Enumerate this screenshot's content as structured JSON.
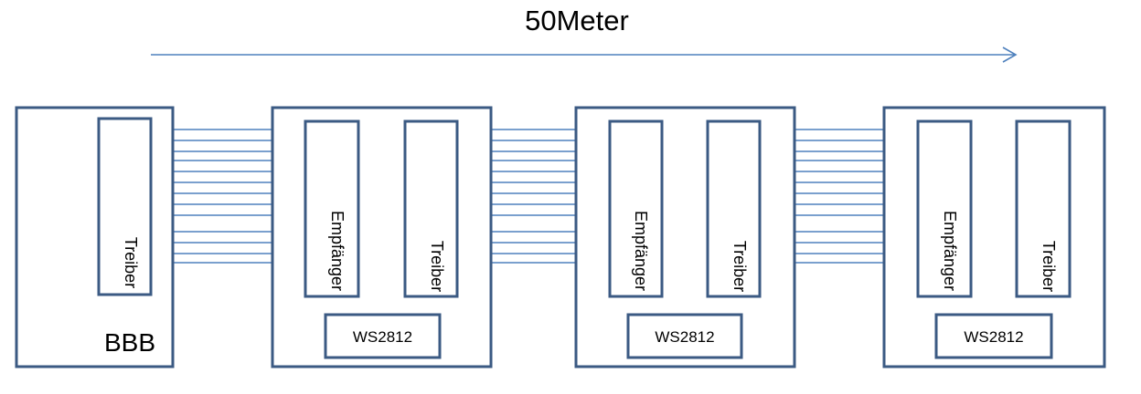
{
  "diagram": {
    "title": "50Meter",
    "controller": {
      "label": "BBB",
      "driver_label": "Treiber"
    },
    "nodes": [
      {
        "receiver_label": "Empfänger",
        "driver_label": "Treiber",
        "led_label": "WS2812"
      },
      {
        "receiver_label": "Empfänger",
        "driver_label": "Treiber",
        "led_label": "WS2812"
      },
      {
        "receiver_label": "Empfänger",
        "driver_label": "Treiber",
        "led_label": "WS2812"
      }
    ],
    "colors": {
      "box_border": "#3b5a83",
      "wire": "#4f81bd",
      "arrow": "#4f81bd"
    }
  }
}
